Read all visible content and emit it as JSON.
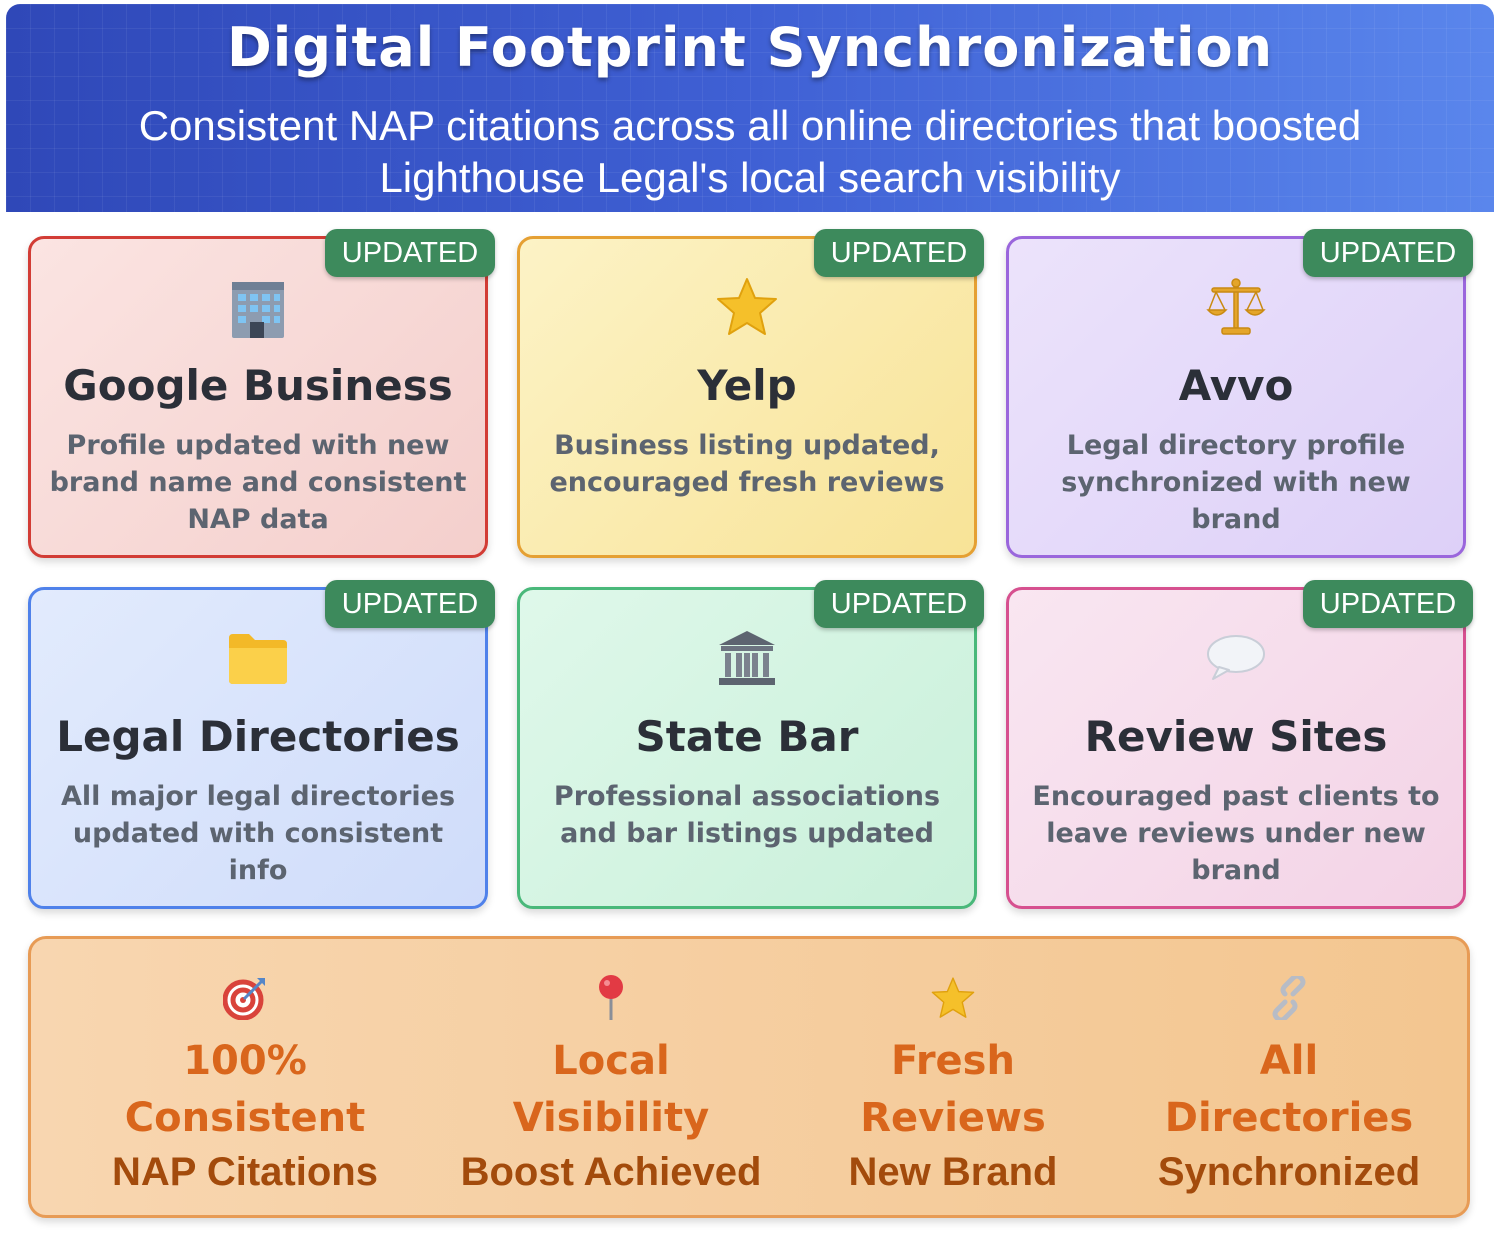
{
  "header": {
    "title": "Digital Footprint Synchronization",
    "subtitle": "Consistent NAP citations across all online directories that boosted Lighthouse Legal's local search visibility"
  },
  "cards": [
    {
      "icon": "office-building-icon",
      "badge": "UPDATED",
      "title": "Google Business",
      "description": "Profile updated with new brand name and consistent NAP data",
      "color": "#d23c35"
    },
    {
      "icon": "star-icon",
      "badge": "UPDATED",
      "title": "Yelp",
      "description": "Business listing updated, encouraged fresh reviews",
      "color": "#e5a033"
    },
    {
      "icon": "balance-scale-icon",
      "badge": "UPDATED",
      "title": "Avvo",
      "description": "Legal directory profile synchronized with new brand",
      "color": "#9a66dc"
    },
    {
      "icon": "folder-icon",
      "badge": "UPDATED",
      "title": "Legal Directories",
      "description": "All major legal directories updated with consistent info",
      "color": "#4f81ea"
    },
    {
      "icon": "classical-building-icon",
      "badge": "UPDATED",
      "title": "State Bar",
      "description": "Professional associations and bar listings updated",
      "color": "#49b87a"
    },
    {
      "icon": "speech-bubble-icon",
      "badge": "UPDATED",
      "title": "Review Sites",
      "description": "Encouraged past clients to leave reviews under new brand",
      "color": "#d6508f"
    }
  ],
  "summary": [
    {
      "icon": "target-icon",
      "headline": "100%\nConsistent",
      "caption": "NAP Citations"
    },
    {
      "icon": "pushpin-icon",
      "headline": "Local\nVisibility",
      "caption": "Boost Achieved"
    },
    {
      "icon": "star-icon",
      "headline": "Fresh\nReviews",
      "caption": "New Brand"
    },
    {
      "icon": "link-icon",
      "headline": "All\nDirectories",
      "caption": "Synchronized"
    }
  ],
  "colors": {
    "badge": "#3d8a5c",
    "header_start": "#2f48b8",
    "header_end": "#5a86ec",
    "summary_accent": "#d9661c"
  }
}
